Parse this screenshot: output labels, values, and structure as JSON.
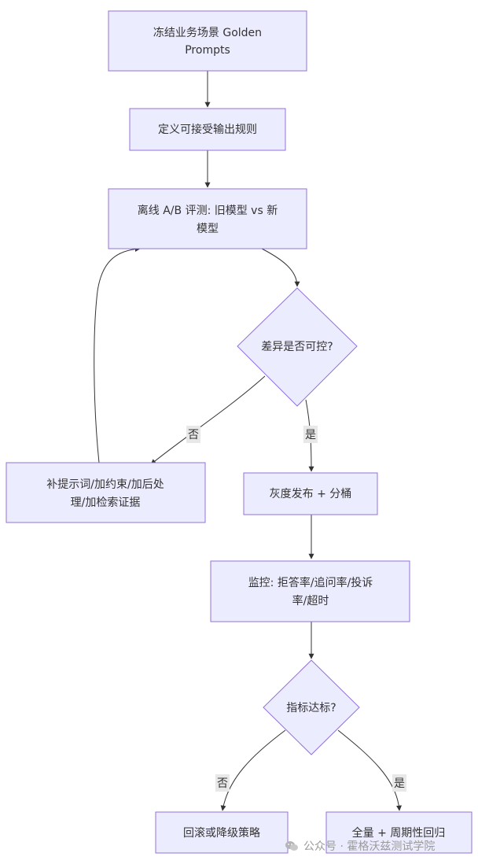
{
  "nodes": {
    "freeze": [
      "冻结业务场景 Golden",
      "Prompts"
    ],
    "define": [
      "定义可接受输出规则"
    ],
    "offline": [
      "离线 A/B 评测: 旧模型 vs 新",
      "模型"
    ],
    "controllable": [
      "差异是否可控?"
    ],
    "fix": [
      "补提示词/加约束/加后处",
      "理/加检索证据"
    ],
    "gray": [
      "灰度发布 + 分桶"
    ],
    "monitor": [
      "监控: 拒答率/追问率/投诉",
      "率/超时"
    ],
    "target": [
      "指标达标?"
    ],
    "rollback": [
      "回滚或降级策略"
    ],
    "full": [
      "全量 + 周期性回归"
    ]
  },
  "edge_labels": {
    "ctrl_no": "否",
    "ctrl_yes": "是",
    "target_no": "否",
    "target_yes": "是"
  },
  "watermark": {
    "icon": "wechat-icon",
    "text": "公众号 · 霍格沃兹测试学院"
  },
  "colors": {
    "node_fill": "#ECECFF",
    "node_stroke": "#9370DB",
    "edge": "#333333",
    "label_bg": "#e8e8e8"
  }
}
